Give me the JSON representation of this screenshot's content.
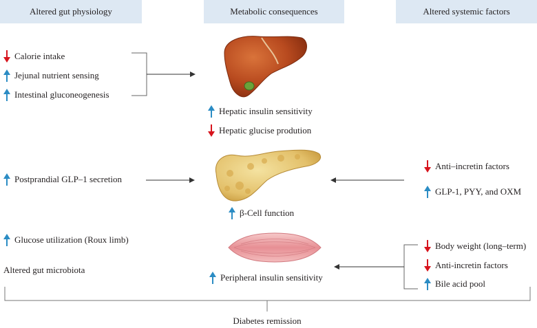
{
  "headers": {
    "left": "Altered gut physiology",
    "center": "Metabolic consequences",
    "right": "Altered systemic factors"
  },
  "colors": {
    "up": "#2b8cc4",
    "down": "#d7141d",
    "header_bg": "#dde8f3",
    "line": "#555555"
  },
  "left_items": {
    "calorie_intake": {
      "text": "Calorie intake",
      "direction": "down"
    },
    "jejunal_sensing": {
      "text": "Jejunal nutrient sensing",
      "direction": "up"
    },
    "intestinal_gng": {
      "text": "Intestinal gluconeogenesis",
      "direction": "up"
    },
    "glp1_secretion": {
      "text": "Postprandial GLP–1 secretion",
      "direction": "up"
    },
    "glucose_utilization": {
      "text": "Glucose utilization (Roux limb)",
      "direction": "up"
    },
    "microbiota": {
      "text": "Altered gut microbiota"
    }
  },
  "center_items": {
    "hepatic_insulin": {
      "text": "Hepatic insulin sensitivity",
      "direction": "up"
    },
    "hepatic_glucose": {
      "text": "Hepatic glucise prodution",
      "direction": "down"
    },
    "beta_cell": {
      "text": "β-Cell function",
      "direction": "up"
    },
    "peripheral_insulin": {
      "text": "Peripheral insulin sensitivity",
      "direction": "up"
    }
  },
  "right_items": {
    "anti_incretin_1": {
      "text": "Anti–incretin factors",
      "direction": "down"
    },
    "glp1_pyy_oxm": {
      "text": "GLP-1, PYY, and OXM",
      "direction": "up"
    },
    "body_weight": {
      "text": "Body weight (long–term)",
      "direction": "down"
    },
    "anti_incretin_2": {
      "text": "Anti-incretin factors",
      "direction": "down"
    },
    "bile_acid": {
      "text": "Bile acid pool",
      "direction": "up"
    }
  },
  "footer": "Diabetes remission",
  "icons": {
    "liver": "liver-icon",
    "pancreas": "pancreas-icon",
    "muscle": "muscle-icon"
  }
}
